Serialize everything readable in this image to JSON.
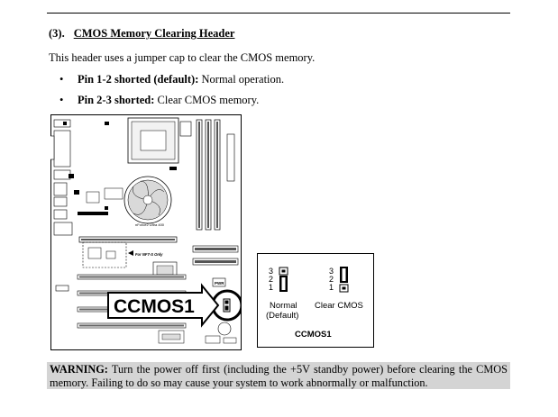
{
  "section": {
    "number": "(3).",
    "title": "CMOS Memory Clearing Header"
  },
  "intro": "This header uses a jumper cap to clear the CMOS memory.",
  "bullets": [
    {
      "bold": "Pin 1-2 shorted (default):",
      "text": " Normal operation."
    },
    {
      "bold": "Pin 2-3 shorted:",
      "text": " Clear CMOS memory."
    }
  ],
  "board": {
    "callout": "CCMOS1",
    "chipset_label": "nForce2 Ultra 400",
    "slot_note_1": "For NF7-S Only",
    "slot_note_2": "For NF7-S Only",
    "pwr_label": "PWR"
  },
  "jumper": {
    "pin_3": "3",
    "pin_2": "2",
    "pin_1": "1",
    "normal_label": "Normal",
    "default_label": "(Default)",
    "clear_label": "Clear CMOS",
    "caption": "CCMOS1"
  },
  "warning": {
    "bold": "WARNING:",
    "text": " Turn the power off first (including the +5V standby power) before clearing the CMOS memory. Failing to do so may cause your system to work abnormally or malfunction."
  }
}
